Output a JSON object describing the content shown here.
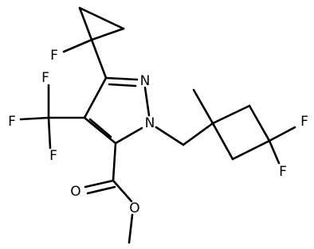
{
  "molecule": {
    "atoms": {
      "f_cyclopropyl": "F",
      "cf3_f_top": "F",
      "cf3_f_left": "F",
      "cf3_f_bottom": "F",
      "n2": "N",
      "n1": "N",
      "ester_o_carbonyl": "O",
      "ester_o_methoxy": "O",
      "f_cyclobutyl_1": "F",
      "f_cyclobutyl_2": "F"
    }
  }
}
